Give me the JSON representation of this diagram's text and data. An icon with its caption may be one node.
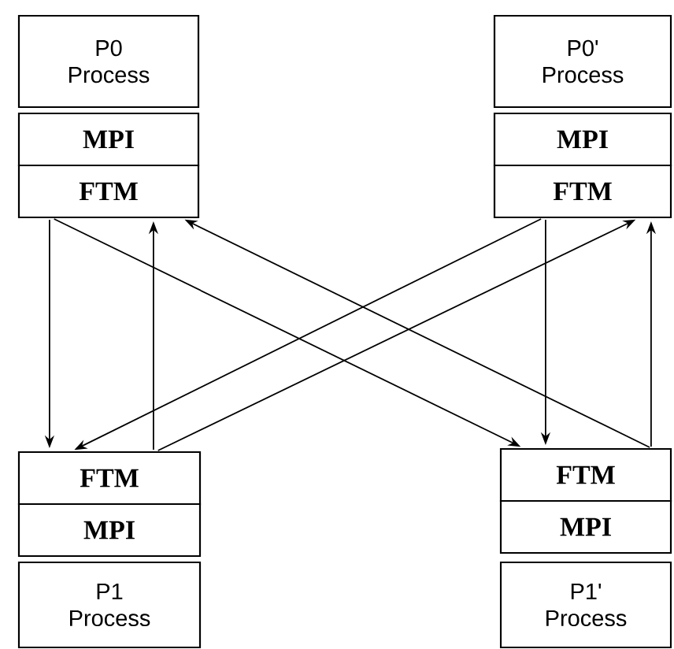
{
  "diagram": {
    "nodes": [
      {
        "text": [
          "P0",
          "Process"
        ]
      },
      {
        "text": [
          "MPI"
        ]
      },
      {
        "text": [
          "FTM"
        ]
      },
      {
        "text": [
          "P0'",
          "Process"
        ]
      },
      {
        "text": [
          "MPI"
        ]
      },
      {
        "text": [
          "FTM"
        ]
      },
      {
        "text": [
          "FTM"
        ]
      },
      {
        "text": [
          "MPI"
        ]
      },
      {
        "text": [
          "P1",
          "Process"
        ]
      },
      {
        "text": [
          "FTM"
        ]
      },
      {
        "text": [
          "MPI"
        ]
      },
      {
        "text": [
          "P1'",
          "Process"
        ]
      }
    ],
    "edges": [
      {
        "from": 2,
        "to": 6,
        "arrow": "to"
      },
      {
        "from": 6,
        "to": 2,
        "arrow": "to"
      },
      {
        "from": 2,
        "to": 9,
        "arrow": "to"
      },
      {
        "from": 9,
        "to": 2,
        "arrow": "to"
      },
      {
        "from": 5,
        "to": 6,
        "arrow": "to"
      },
      {
        "from": 6,
        "to": 5,
        "arrow": "to"
      },
      {
        "from": 5,
        "to": 9,
        "arrow": "to"
      },
      {
        "from": 9,
        "to": 5,
        "arrow": "to"
      }
    ]
  }
}
